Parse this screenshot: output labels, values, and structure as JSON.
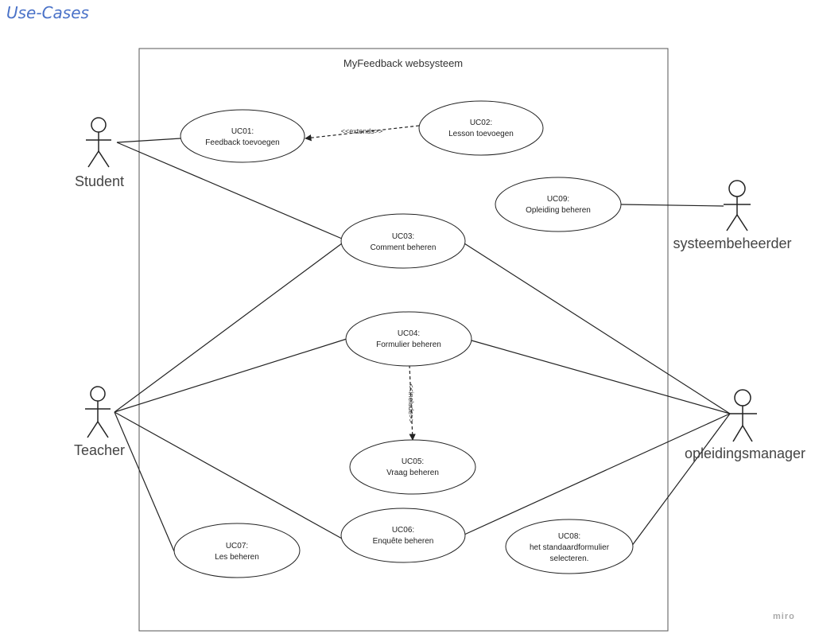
{
  "heading": "Use-Cases",
  "system": {
    "title": "MyFeedback websysteem"
  },
  "use_cases": {
    "uc01": [
      "UC01:",
      "Feedback toevoegen"
    ],
    "uc02": [
      "UC02:",
      "Lesson toevoegen"
    ],
    "uc03": [
      "UC03:",
      "Comment beheren"
    ],
    "uc04": [
      "UC04:",
      "Formulier beheren"
    ],
    "uc05": [
      "UC05:",
      "Vraag beheren"
    ],
    "uc06": [
      "UC06:",
      "Enquête beheren"
    ],
    "uc07": [
      "UC07:",
      "Les beheren"
    ],
    "uc08": [
      "UC08:",
      "het standaardformulier",
      "selecteren."
    ],
    "uc09": [
      "UC09:",
      "Opleiding beheren"
    ]
  },
  "actors": {
    "student": "Student",
    "teacher": "Teacher",
    "systeembeheerder": "systeembeheerder",
    "opleidingsmanager": "opleidingsmanager"
  },
  "relations": {
    "extends": "<<extends>>",
    "include": "<<include>>"
  },
  "watermark": "miro"
}
